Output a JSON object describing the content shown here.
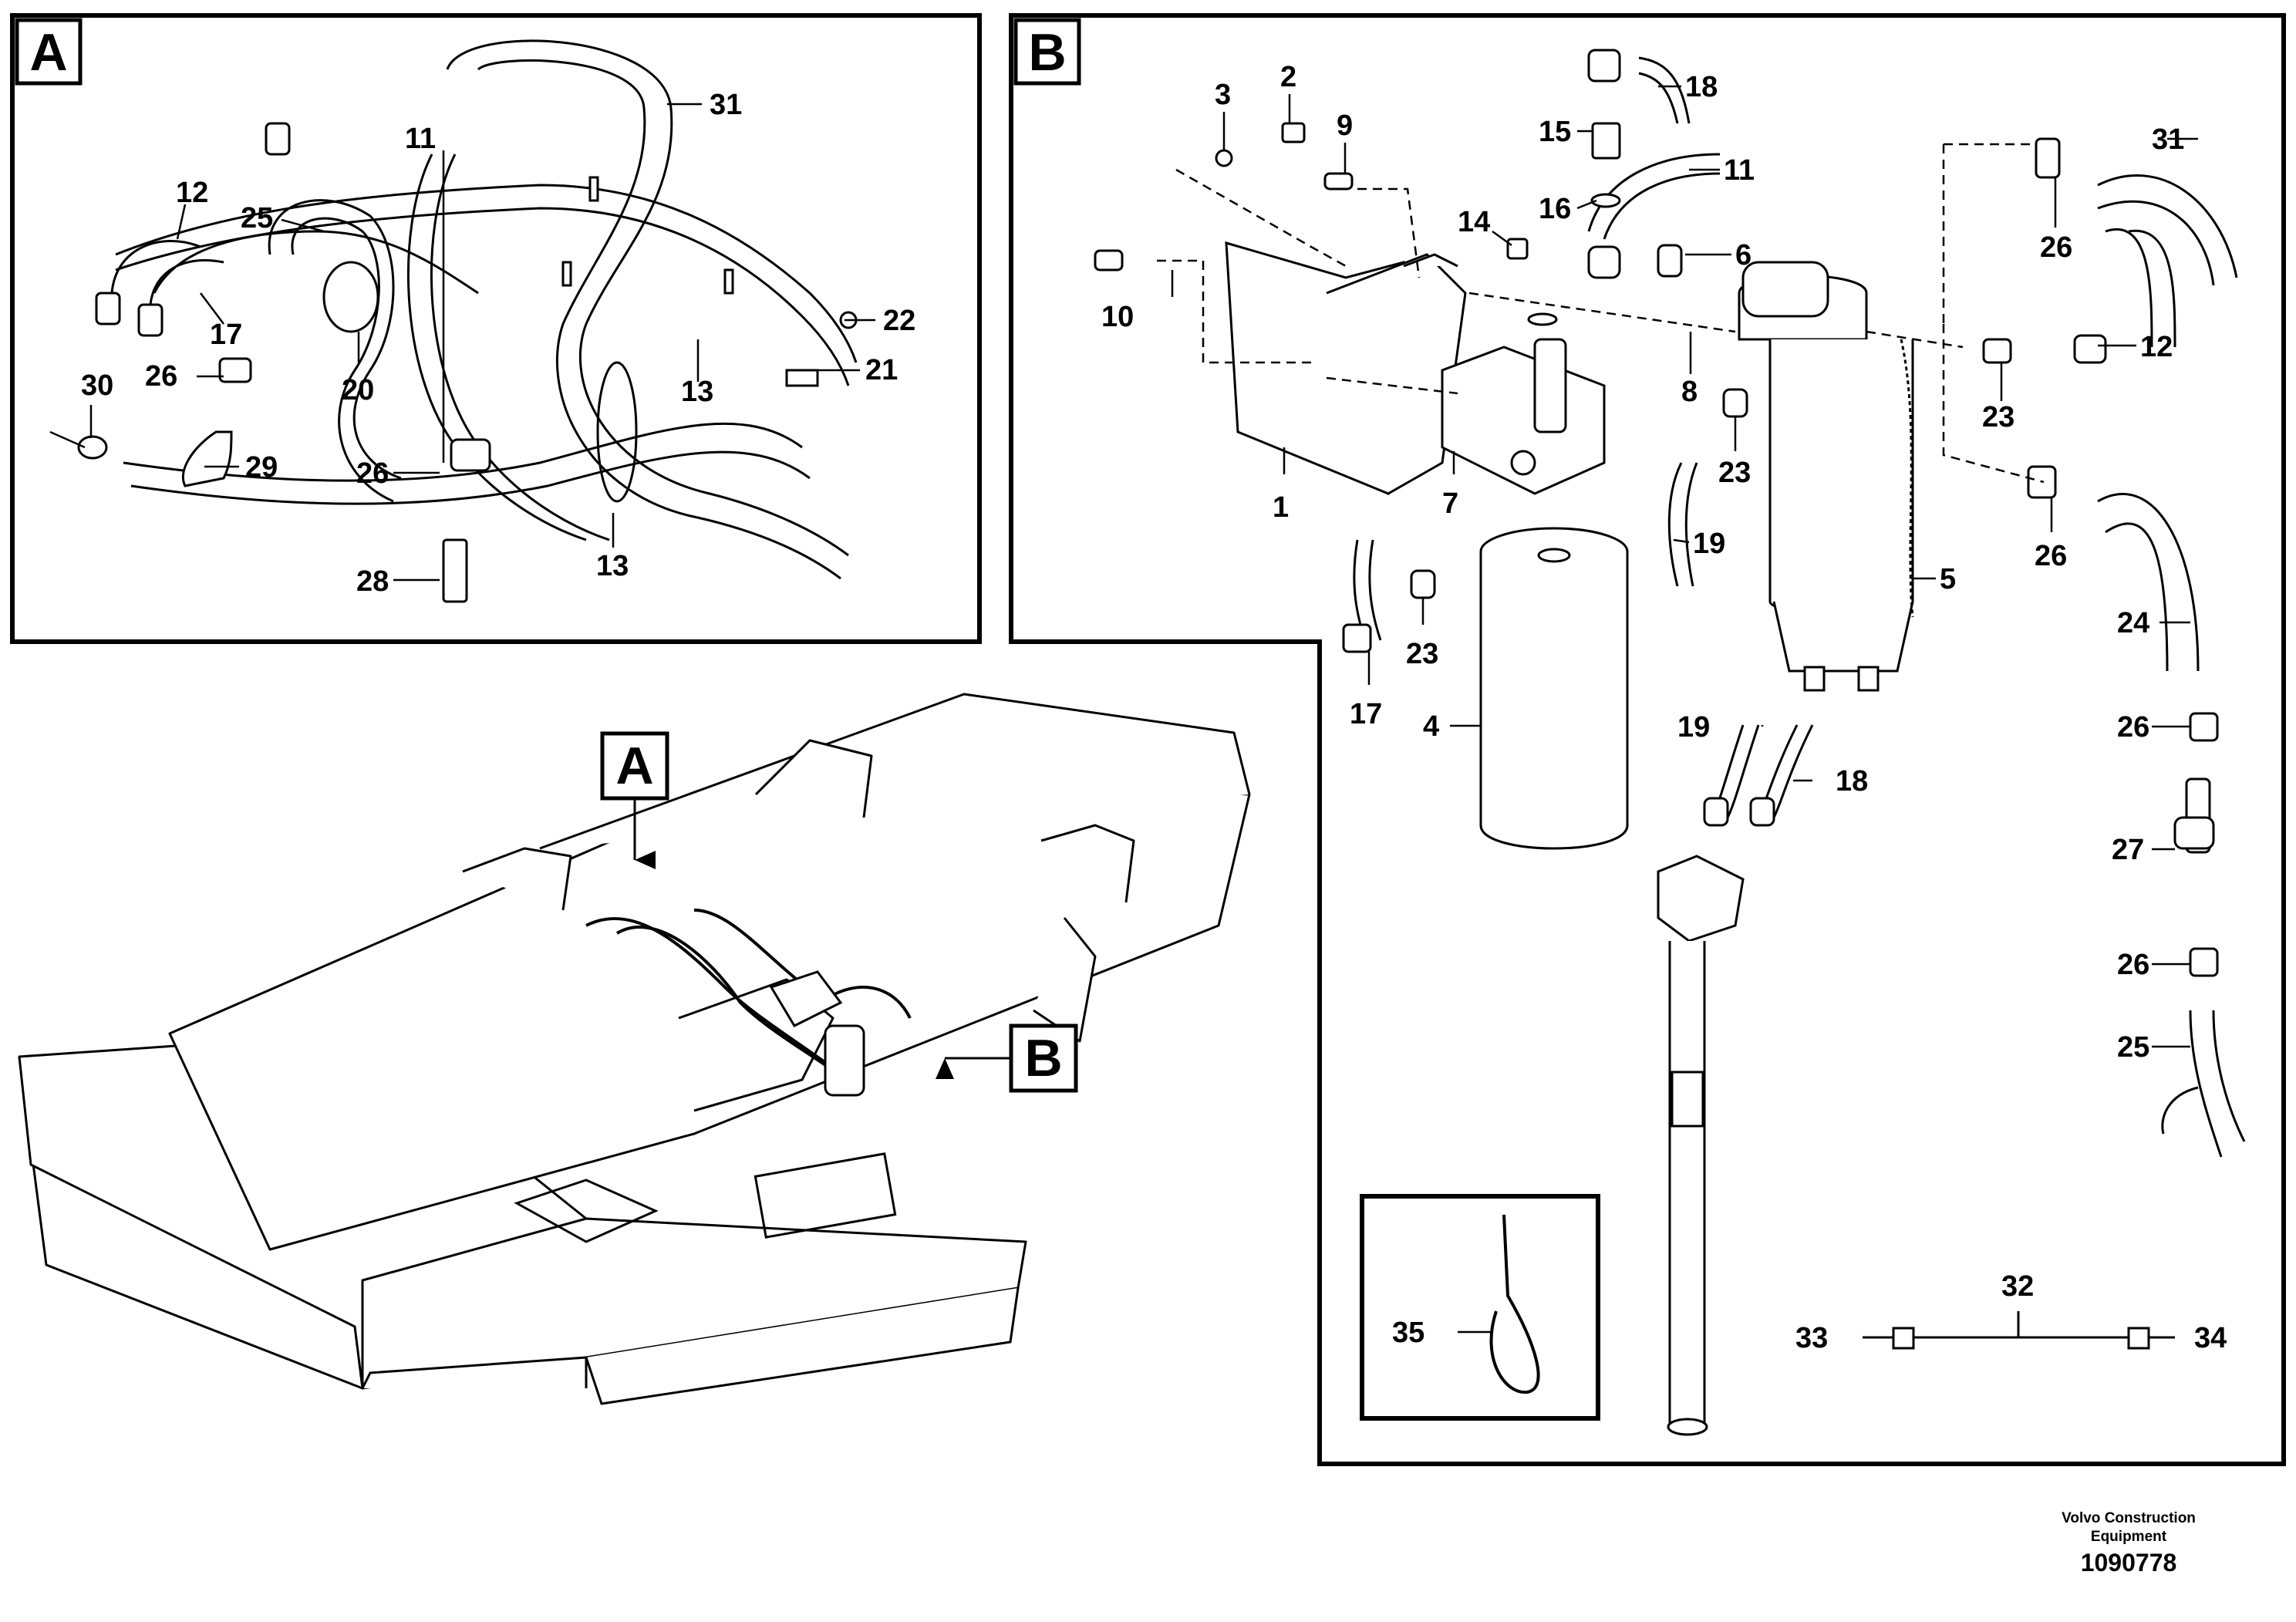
{
  "panel_a": {
    "letter": "A",
    "callouts": [
      "31",
      "11",
      "12",
      "25",
      "17",
      "22",
      "21",
      "26",
      "20",
      "13",
      "30",
      "29",
      "26",
      "13",
      "28"
    ]
  },
  "panel_b": {
    "letter": "B",
    "callouts": [
      "18",
      "2",
      "3",
      "9",
      "15",
      "11",
      "16",
      "14",
      "6",
      "31",
      "10",
      "26",
      "8",
      "12",
      "23",
      "23",
      "1",
      "7",
      "19",
      "26",
      "5",
      "24",
      "23",
      "17",
      "4",
      "26",
      "19",
      "18",
      "27",
      "26",
      "25",
      "32",
      "33",
      "34",
      "35"
    ]
  },
  "overview": {
    "ref_a": "A",
    "ref_b": "B"
  },
  "credit": {
    "line1": "Volvo Construction",
    "line2": "Equipment",
    "doc_number": "1090778"
  }
}
